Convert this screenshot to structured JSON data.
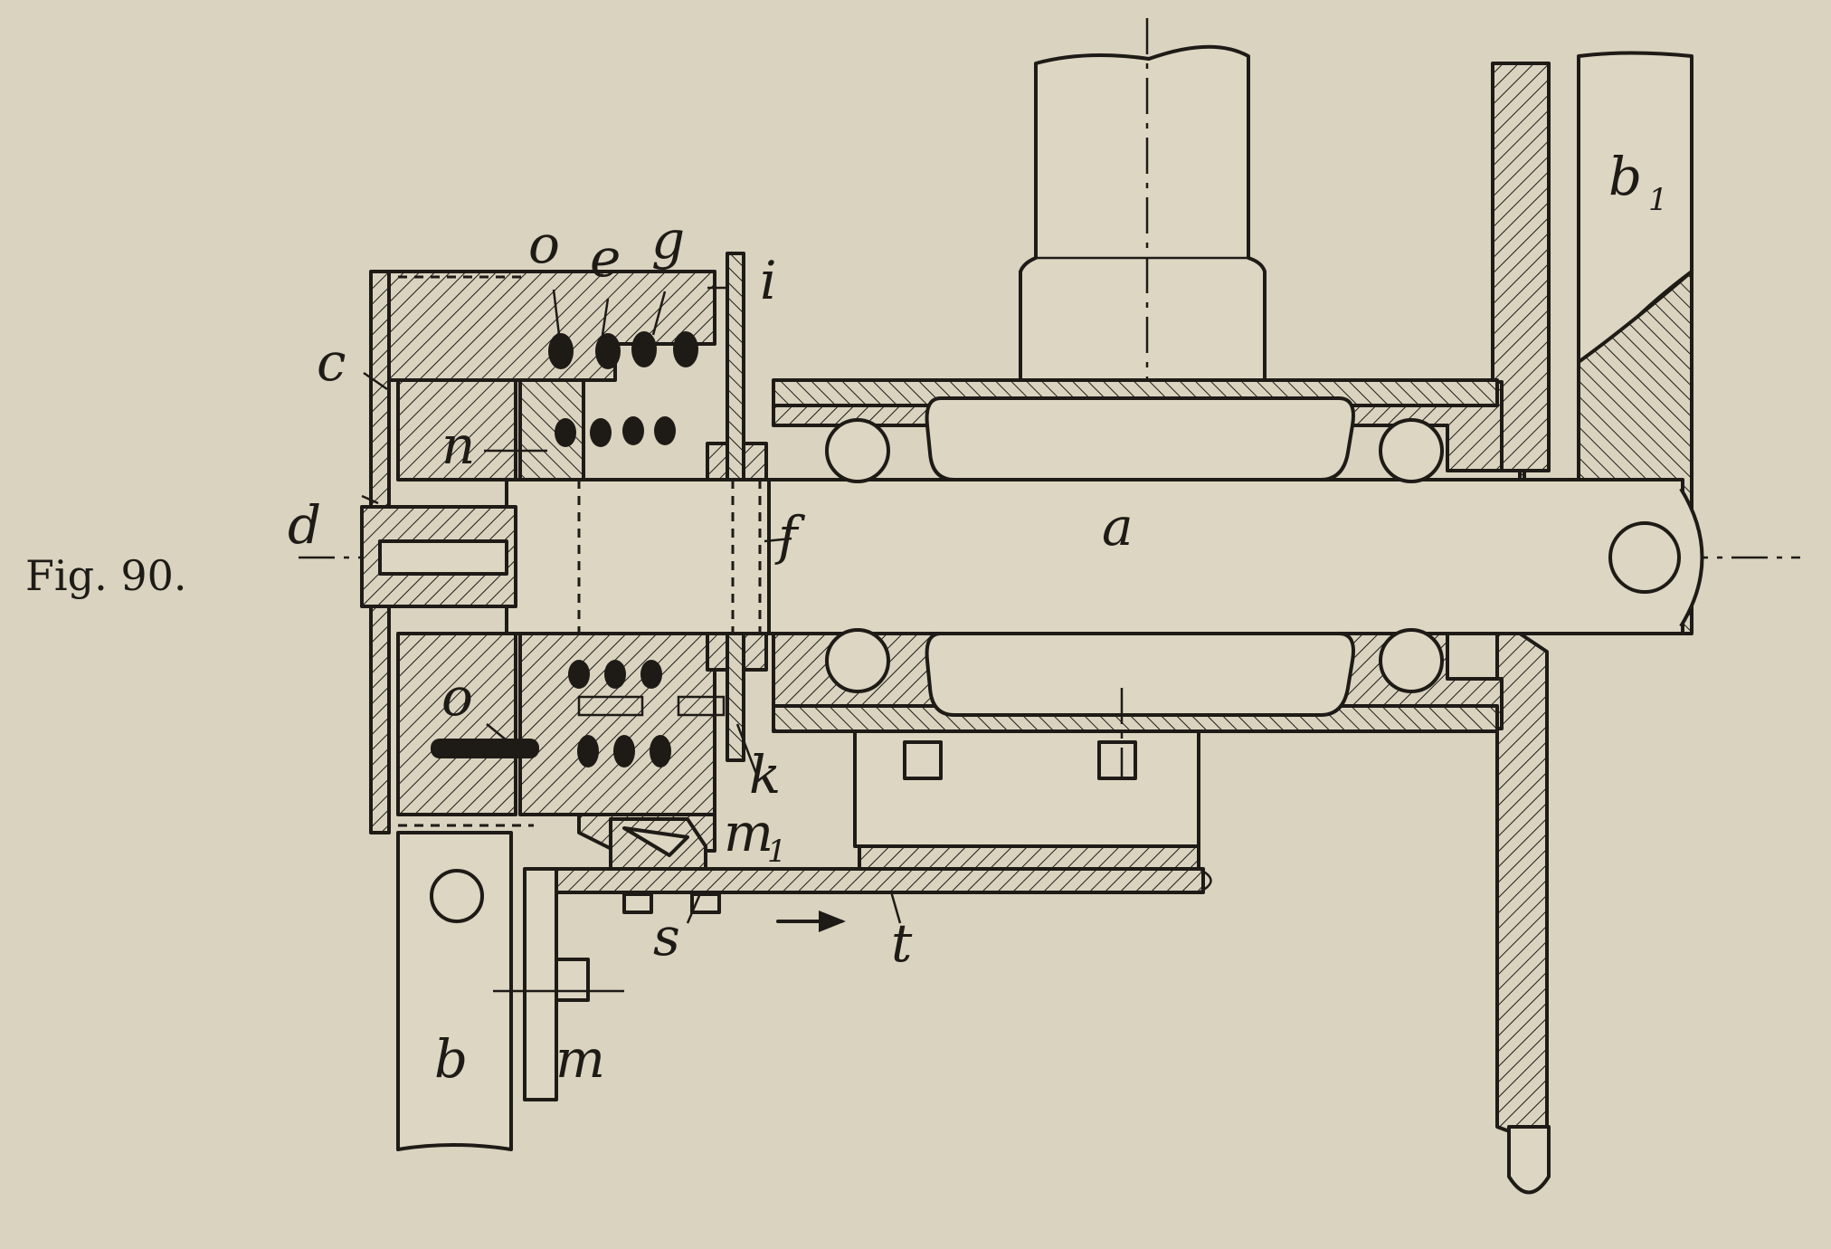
{
  "figure": {
    "caption": "Fig. 90."
  },
  "labels": {
    "o_top": "o",
    "e": "e",
    "g": "g",
    "i": "i",
    "c": "c",
    "n": "n",
    "d": "d",
    "f": "f",
    "a": "a",
    "o_bottom": "o",
    "k": "k",
    "m1": "m",
    "m1_sub": "1",
    "s": "s",
    "t": "t",
    "b": "b",
    "b1": "b",
    "b1_sub": "1",
    "m": "m"
  }
}
